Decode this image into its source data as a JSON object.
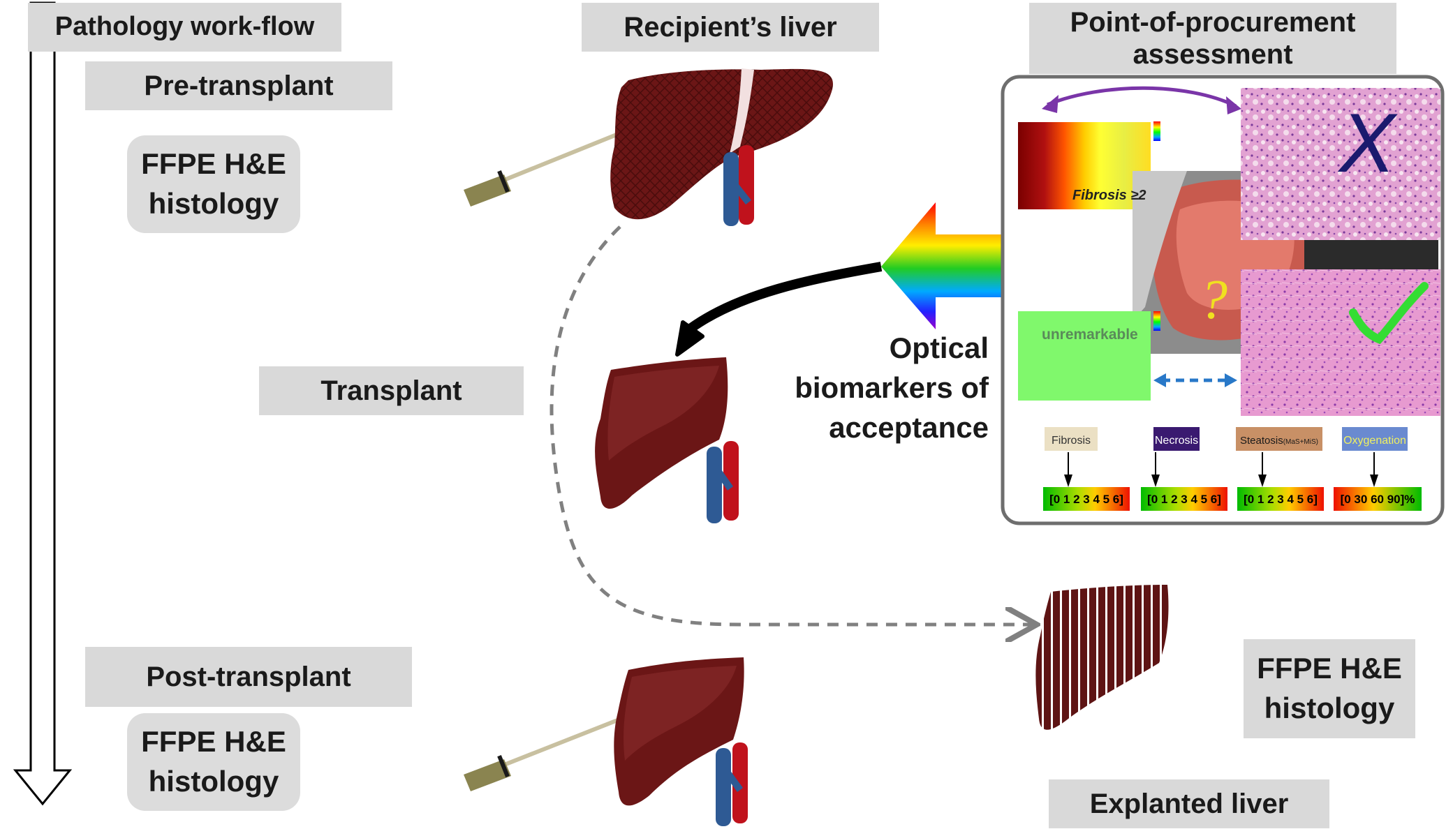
{
  "labels": {
    "workflow": "Pathology work-flow",
    "pre_transplant": "Pre-transplant",
    "transplant": "Transplant",
    "post_transplant": "Post-transplant",
    "recipients_liver": "Recipient’s liver",
    "point_of_procurement": "Point-of-procurement assessment",
    "explanted_liver": "Explanted liver"
  },
  "histology": {
    "pre": "FFPE H&E\nhistology",
    "post": "FFPE H&E\nhistology",
    "explanted": "FFPE H&E\nhistology"
  },
  "optical_biomarkers": "Optical\nbiomarkers of\nacceptance",
  "panel": {
    "fibrosis_map_text": "Fibrosis ≥2",
    "unremarkable_map_text": "unremarkable",
    "unknown_mark": "?",
    "reject_mark": "X",
    "scale_items": [
      {
        "name": "Fibrosis",
        "scale": "[0 1 2 3 4 5 6]"
      },
      {
        "name": "Necrosis",
        "scale": "[0 1 2 3 4 5 6]"
      },
      {
        "name": "Steatosis",
        "sub": "(MaS+MiS)",
        "scale": "[0 1 2 3 4 5 6]"
      },
      {
        "name": "Oxygenation",
        "scale": "[0  30  60  90]%"
      }
    ]
  },
  "colors": {
    "label_bg": "#d9d9d9",
    "liver": "#6b1616",
    "vessel_blue": "#2e5a94",
    "vessel_red": "#c0121c",
    "needle_handle": "#8a8450",
    "dashed_arrow": "#808080",
    "purple_arrow": "#7a35a8",
    "blue_arrow": "#2878c8",
    "check_green": "#33dd33",
    "x_navy": "#1a1a6e"
  }
}
